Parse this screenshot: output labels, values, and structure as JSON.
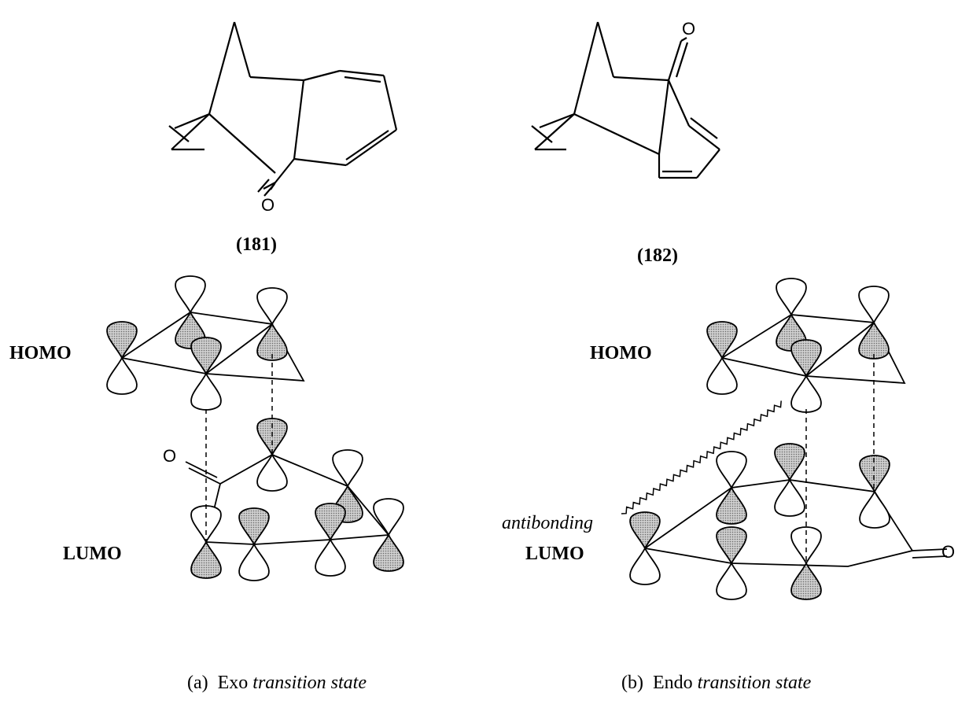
{
  "compounds": {
    "exo_label": "(181)",
    "endo_label": "(182)",
    "oxygen": "O"
  },
  "diagram_a": {
    "homo_label": "HOMO",
    "lumo_label": "LUMO",
    "oxygen": "O",
    "caption_prefix": "(a)  Exo",
    "caption_suffix": "transition state"
  },
  "diagram_b": {
    "homo_label": "HOMO",
    "lumo_label": "LUMO",
    "oxygen": "O",
    "antibonding_label": "antibonding",
    "caption_prefix": "(b)  Endo",
    "caption_suffix": "transition state"
  },
  "colors": {
    "shaded_lobe": "#b8b8b8",
    "line": "#000000",
    "background": "#ffffff"
  }
}
